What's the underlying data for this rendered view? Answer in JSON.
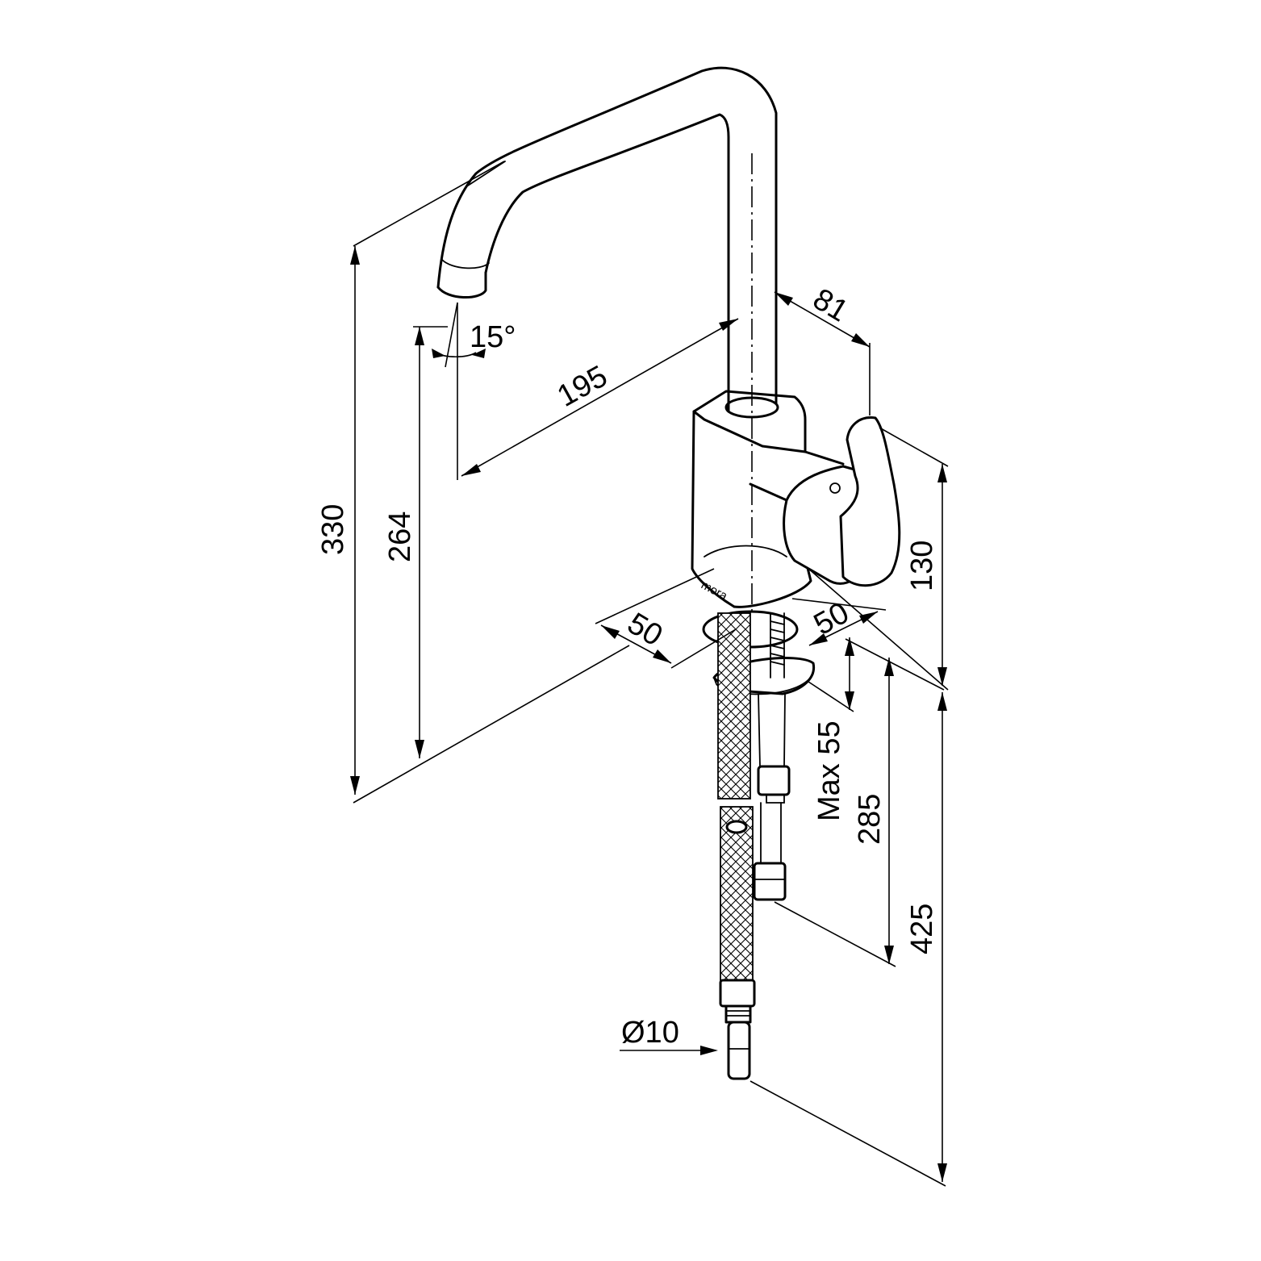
{
  "dimensions": {
    "d330": "330",
    "d264": "264",
    "d195": "195",
    "d81": "81",
    "d15": "15°",
    "d130": "130",
    "d50a": "50",
    "d50b": "50",
    "dmax55": "Max 55",
    "d285": "285",
    "d425": "425",
    "d10": "Ø10"
  },
  "brand": {
    "logo": "mora"
  }
}
